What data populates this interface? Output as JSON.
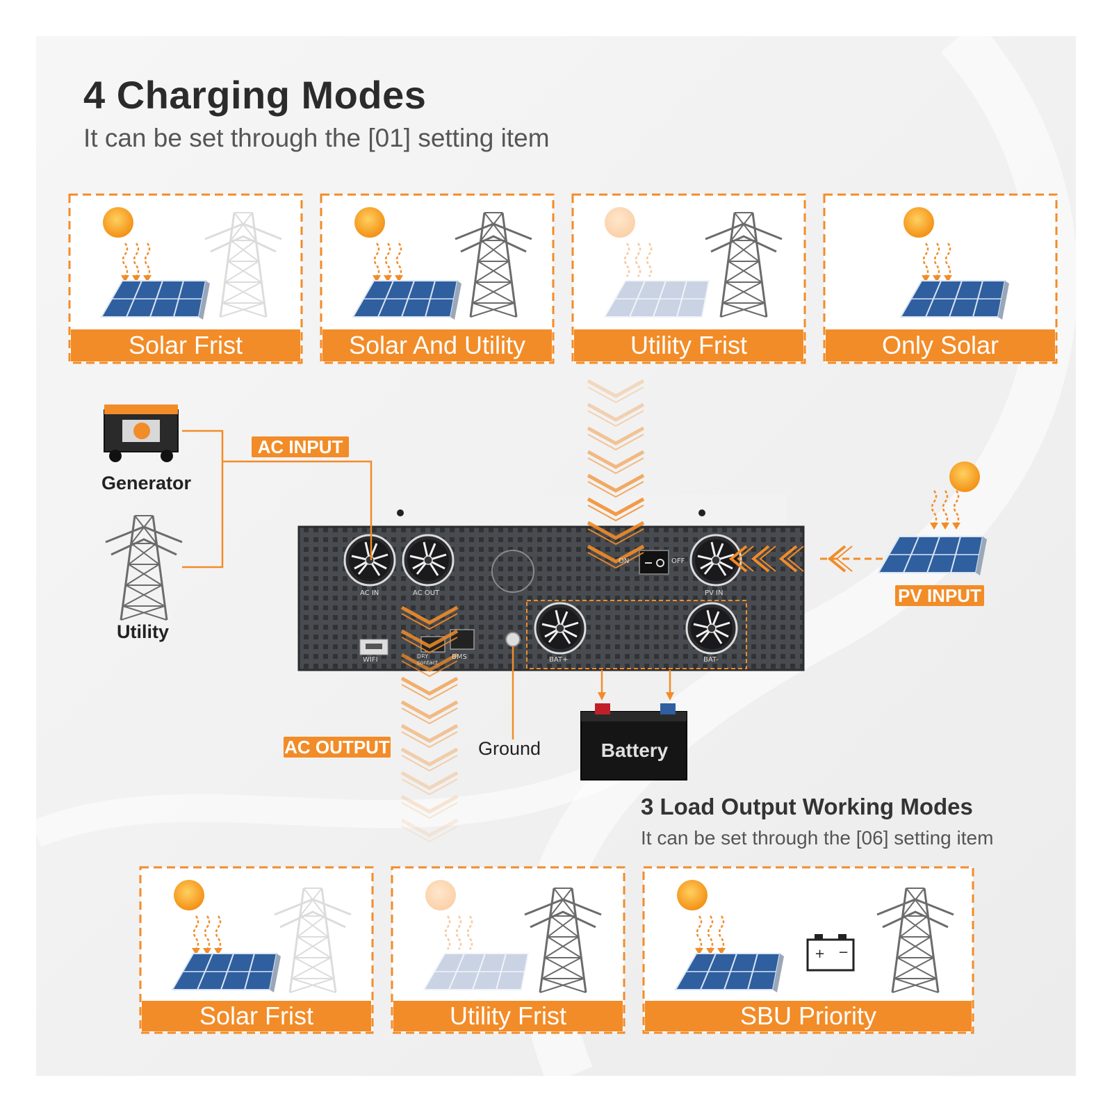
{
  "header": {
    "title": "4 Charging Modes",
    "subtitle": "It can be set through the [01] setting item"
  },
  "charging_modes": [
    {
      "label": "Solar Frist"
    },
    {
      "label": "Solar And Utility"
    },
    {
      "label": "Utility Frist"
    },
    {
      "label": "Only Solar"
    }
  ],
  "diagram": {
    "generator": "Generator",
    "utility": "Utility",
    "ac_input": "AC INPUT",
    "pv_input": "PV INPUT",
    "ac_output": "AC OUTPUT",
    "ground": "Ground",
    "battery": "Battery",
    "ports": {
      "ac_in": "AC IN",
      "ac_out": "AC OUT",
      "pv_in": "PV IN",
      "bat_plus": "BAT+",
      "bat_minus": "BAT-",
      "wifi": "WIFI",
      "dry_contact": "DRY contact",
      "bms": "BMS",
      "on": "ON",
      "off": "OFF"
    }
  },
  "load_section": {
    "title": "3 Load Output Working Modes",
    "subtitle": "It can be set through the [06] setting item"
  },
  "load_modes": [
    {
      "label": "Solar Frist"
    },
    {
      "label": "Utility Frist"
    },
    {
      "label": "SBU Priority"
    }
  ],
  "colors": {
    "accent": "#f28c28",
    "panel": "#2f5f9e",
    "inverter": "#4a4d52"
  }
}
